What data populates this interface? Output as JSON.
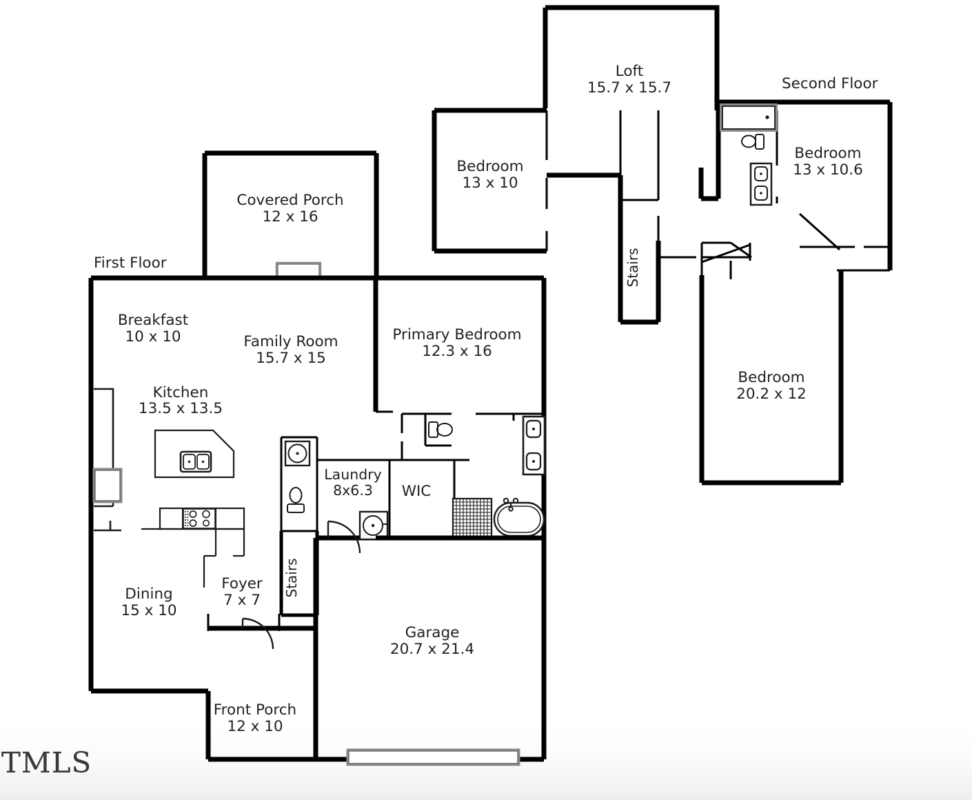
{
  "document": {
    "type": "real-estate-floor-plan",
    "watermark": "TMLS"
  },
  "floors": [
    {
      "id": "first-floor",
      "title": "First Floor",
      "rooms": [
        {
          "id": "covered-porch",
          "name": "Covered Porch",
          "dimensions": "12 x 16"
        },
        {
          "id": "breakfast",
          "name": "Breakfast",
          "dimensions": "10 x 10"
        },
        {
          "id": "family-room",
          "name": "Family Room",
          "dimensions": "15.7 x 15"
        },
        {
          "id": "primary-bedroom",
          "name": "Primary Bedroom",
          "dimensions": "12.3 x 16"
        },
        {
          "id": "kitchen",
          "name": "Kitchen",
          "dimensions": "13.5 x 13.5"
        },
        {
          "id": "laundry",
          "name": "Laundry",
          "dimensions": "8x6.3"
        },
        {
          "id": "wic",
          "name": "WIC",
          "dimensions": ""
        },
        {
          "id": "dining",
          "name": "Dining",
          "dimensions": "15 x 10"
        },
        {
          "id": "foyer",
          "name": "Foyer",
          "dimensions": "7 x 7"
        },
        {
          "id": "garage",
          "name": "Garage",
          "dimensions": "20.7 x 21.4"
        },
        {
          "id": "front-porch",
          "name": "Front Porch",
          "dimensions": "12 x 10"
        },
        {
          "id": "stairs-first",
          "name": "Stairs",
          "dimensions": ""
        }
      ]
    },
    {
      "id": "second-floor",
      "title": "Second Floor",
      "rooms": [
        {
          "id": "loft",
          "name": "Loft",
          "dimensions": "15.7 x 15.7"
        },
        {
          "id": "bedroom-nw",
          "name": "Bedroom",
          "dimensions": "13 x 10"
        },
        {
          "id": "bedroom-ne",
          "name": "Bedroom",
          "dimensions": "13 x 10.6"
        },
        {
          "id": "bedroom-se",
          "name": "Bedroom",
          "dimensions": "20.2 x 12"
        },
        {
          "id": "stairs-second",
          "name": "Stairs",
          "dimensions": ""
        }
      ]
    }
  ],
  "colors": {
    "wall": "#000000",
    "fixture": "#1a1a1a",
    "text": "#231f20",
    "background": "#ffffff",
    "window_fill": "#ffffff",
    "window_stroke": "#8a8a8a"
  },
  "labels": {
    "first_floor": "First Floor",
    "second_floor": "Second Floor",
    "covered_porch": "Covered Porch",
    "covered_porch_dim": "12 x 16",
    "breakfast": "Breakfast",
    "breakfast_dim": "10 x 10",
    "family_room": "Family Room",
    "family_room_dim": "15.7 x 15",
    "primary_bedroom": "Primary Bedroom",
    "primary_bedroom_dim": "12.3 x 16",
    "kitchen": "Kitchen",
    "kitchen_dim": "13.5 x 13.5",
    "laundry": "Laundry",
    "laundry_dim": "8x6.3",
    "wic": "WIC",
    "dining": "Dining",
    "dining_dim": "15 x 10",
    "foyer": "Foyer",
    "foyer_dim": "7 x 7",
    "garage": "Garage",
    "garage_dim": "20.7 x 21.4",
    "front_porch": "Front Porch",
    "front_porch_dim": "12 x 10",
    "stairs_first": "Stairs",
    "stairs_second": "Stairs",
    "loft": "Loft",
    "loft_dim": "15.7 x 15.7",
    "bedroom_nw": "Bedroom",
    "bedroom_nw_dim": "13 x 10",
    "bedroom_ne": "Bedroom",
    "bedroom_ne_dim": "13 x 10.6",
    "bedroom_se": "Bedroom",
    "bedroom_se_dim": "20.2 x 12",
    "watermark": "TMLS"
  }
}
